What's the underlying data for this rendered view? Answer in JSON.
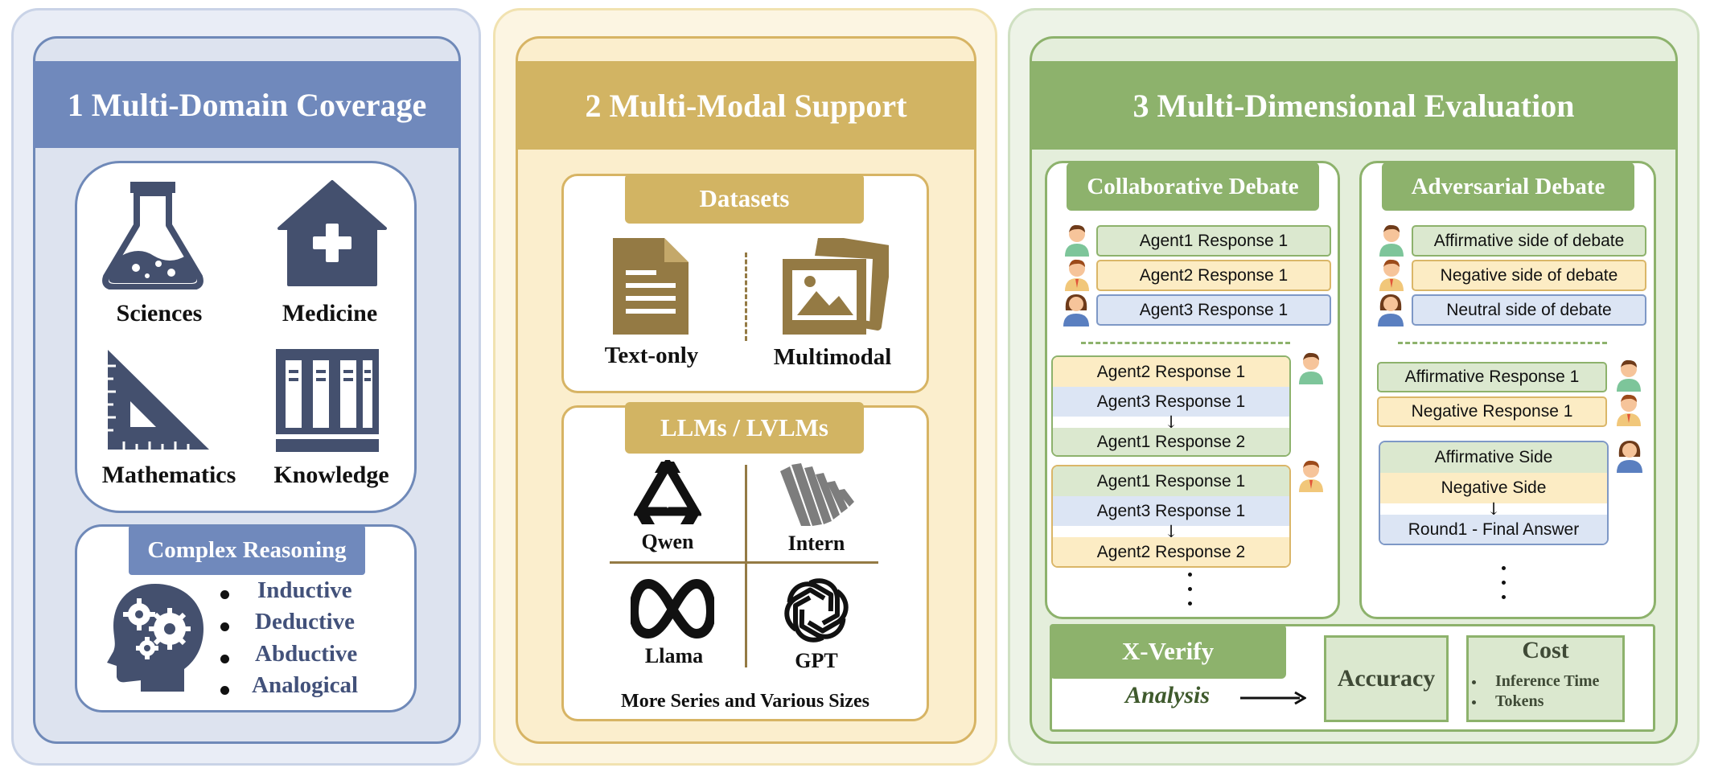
{
  "panel1": {
    "title": "1 Multi-Domain Coverage",
    "domains": [
      {
        "label": "Sciences",
        "icon": "flask-icon"
      },
      {
        "label": "Medicine",
        "icon": "medical-house-icon"
      },
      {
        "label": "Mathematics",
        "icon": "set-square-icon"
      },
      {
        "label": "Knowledge",
        "icon": "bookshelf-icon"
      }
    ],
    "reasoning_title": "Complex Reasoning",
    "reasoning_items": [
      "Inductive",
      "Deductive",
      "Abductive",
      "Analogical"
    ]
  },
  "panel2": {
    "title": "2 Multi-Modal Support",
    "datasets_title": "Datasets",
    "datasets": [
      "Text-only",
      "Multimodal"
    ],
    "models_title": "LLMs / LVLMs",
    "models": [
      "Qwen",
      "Intern",
      "Llama",
      "GPT"
    ],
    "models_footer": "More Series and Various Sizes"
  },
  "panel3": {
    "title": "3 Multi-Dimensional Evaluation",
    "collab": {
      "title": "Collaborative Debate",
      "round1": [
        "Agent1 Response 1",
        "Agent2 Response 1",
        "Agent3 Response 1"
      ],
      "block1": [
        "Agent2 Response 1",
        "Agent3 Response 1",
        "Agent1 Response 2"
      ],
      "block2": [
        "Agent1 Response 1",
        "Agent3 Response 1",
        "Agent2 Response 2"
      ]
    },
    "adv": {
      "title": "Adversarial Debate",
      "sides": [
        "Affirmative side of debate",
        "Negative side of debate",
        "Neutral side of debate"
      ],
      "responses": [
        "Affirmative Response 1",
        "Negative Response 1"
      ],
      "judge": [
        "Affirmative Side",
        "Negative Side",
        "Round1 - Final Answer"
      ]
    },
    "verify": {
      "title": "X-Verify",
      "analysis": "Analysis",
      "accuracy": "Accuracy",
      "cost_title": "Cost",
      "cost_items": [
        "Inference Time",
        "Tokens"
      ]
    }
  },
  "colors": {
    "blue": "#7089bc",
    "yellow": "#d2b463",
    "green": "#8db26c",
    "icon_navy": "#44506e",
    "icon_brown": "#947a44"
  }
}
